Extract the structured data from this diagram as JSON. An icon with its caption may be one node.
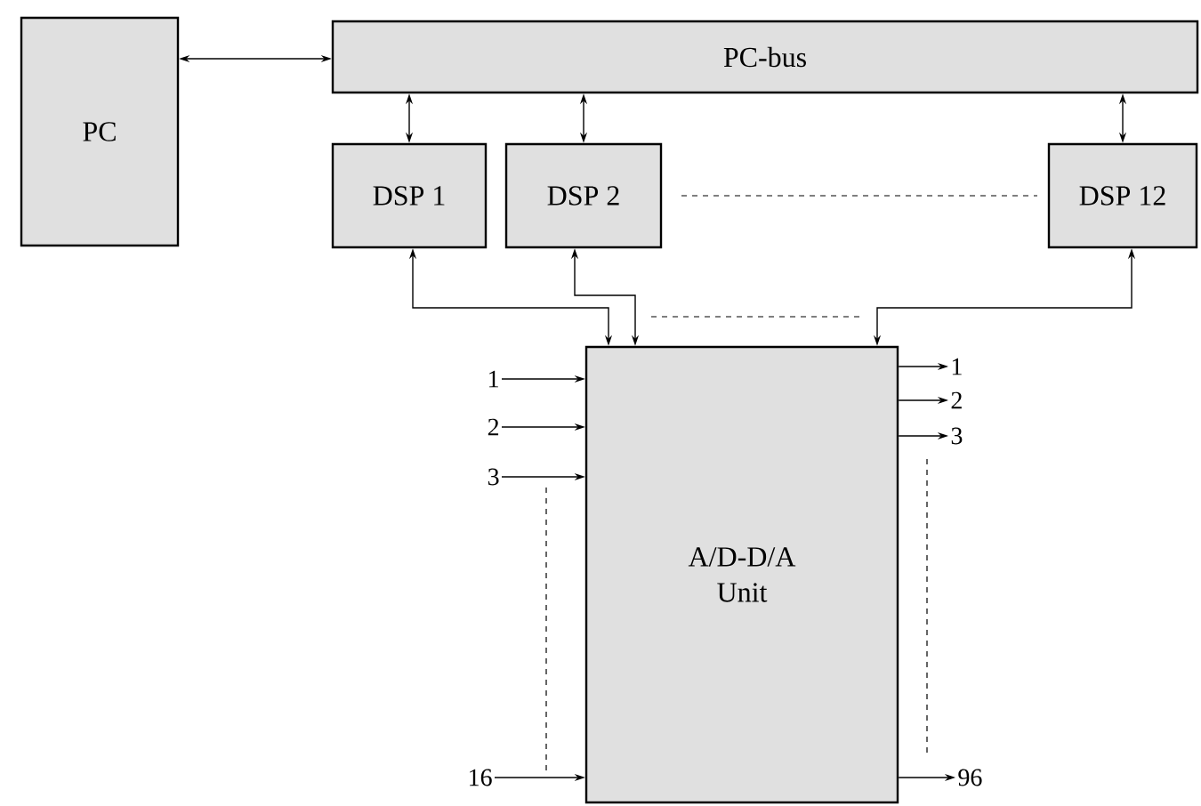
{
  "diagram": {
    "nodes": [
      {
        "text": [
          "PC"
        ]
      },
      {
        "text": [
          "PC-bus"
        ]
      },
      {
        "text": [
          "DSP 1"
        ]
      },
      {
        "text": [
          "DSP 2"
        ]
      },
      {
        "text": [
          "DSP 12"
        ]
      },
      {
        "text": [
          "A/D-D/A Unit"
        ]
      },
      {
        "text": [
          "1"
        ]
      },
      {
        "text": [
          "2"
        ]
      },
      {
        "text": [
          "3"
        ]
      },
      {
        "text": [
          "16"
        ]
      },
      {
        "text": [
          "1"
        ]
      },
      {
        "text": [
          "2"
        ]
      },
      {
        "text": [
          "3"
        ]
      },
      {
        "text": [
          "96"
        ]
      }
    ],
    "edges": [
      {
        "from": 0,
        "to": 1,
        "arrow": "both"
      },
      {
        "from": 1,
        "to": 2,
        "arrow": "both"
      },
      {
        "from": 1,
        "to": 3,
        "arrow": "both"
      },
      {
        "from": 1,
        "to": 4,
        "arrow": "both"
      },
      {
        "from": 2,
        "to": 5,
        "arrow": "both"
      },
      {
        "from": 3,
        "to": 5,
        "arrow": "both"
      },
      {
        "from": 4,
        "to": 5,
        "arrow": "both"
      },
      {
        "from": 6,
        "to": 5,
        "arrow": "to"
      },
      {
        "from": 7,
        "to": 5,
        "arrow": "to"
      },
      {
        "from": 8,
        "to": 5,
        "arrow": "to"
      },
      {
        "from": 9,
        "to": 5,
        "arrow": "to"
      },
      {
        "from": 5,
        "to": 10,
        "arrow": "to"
      },
      {
        "from": 5,
        "to": 11,
        "arrow": "to"
      },
      {
        "from": 5,
        "to": 12,
        "arrow": "to"
      },
      {
        "from": 5,
        "to": 13,
        "arrow": "to"
      }
    ]
  }
}
